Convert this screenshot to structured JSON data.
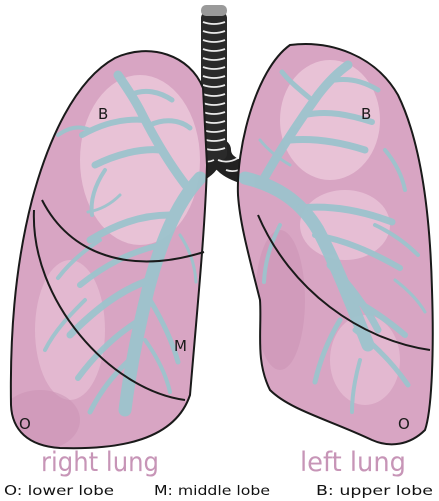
{
  "lungs": {
    "right": {
      "name": "right lung",
      "lobes": {
        "upper": "B",
        "middle": "M",
        "lower": "O"
      }
    },
    "left": {
      "name": "left lung",
      "lobes": {
        "upper": "B",
        "lower": "O"
      }
    }
  },
  "legend": {
    "lower": "O: lower lobe",
    "middle": "M: middle lobe",
    "upper": "B: upper lobe"
  },
  "colors": {
    "lung_fill": "#d8a5c3",
    "lung_light": "#ecc9db",
    "lung_dark": "#c992b3",
    "bronchi": "#9cc3cd",
    "trachea_dark": "#2a2a2a",
    "trachea_cap": "#9a9a9a",
    "outline": "#1a1a1a",
    "lung_label": "#c795b7"
  }
}
